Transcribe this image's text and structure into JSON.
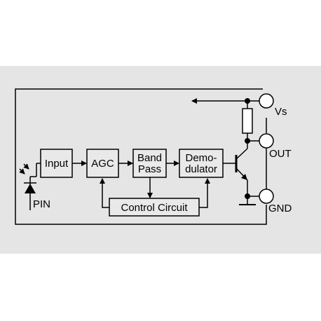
{
  "diagram": {
    "colors": {
      "band": "#e5e5e5",
      "line": "#000000",
      "block_fill": "#e9e9e9"
    },
    "blocks": {
      "input": "Input",
      "agc": "AGC",
      "bandpass_line1": "Band",
      "bandpass_line2": "Pass",
      "demod_line1": "Demo-",
      "demod_line2": "dulator",
      "control": "Control Circuit"
    },
    "terminals": {
      "vs": "Vs",
      "out": "OUT",
      "gnd": "GND"
    },
    "photodiode": "PIN"
  }
}
